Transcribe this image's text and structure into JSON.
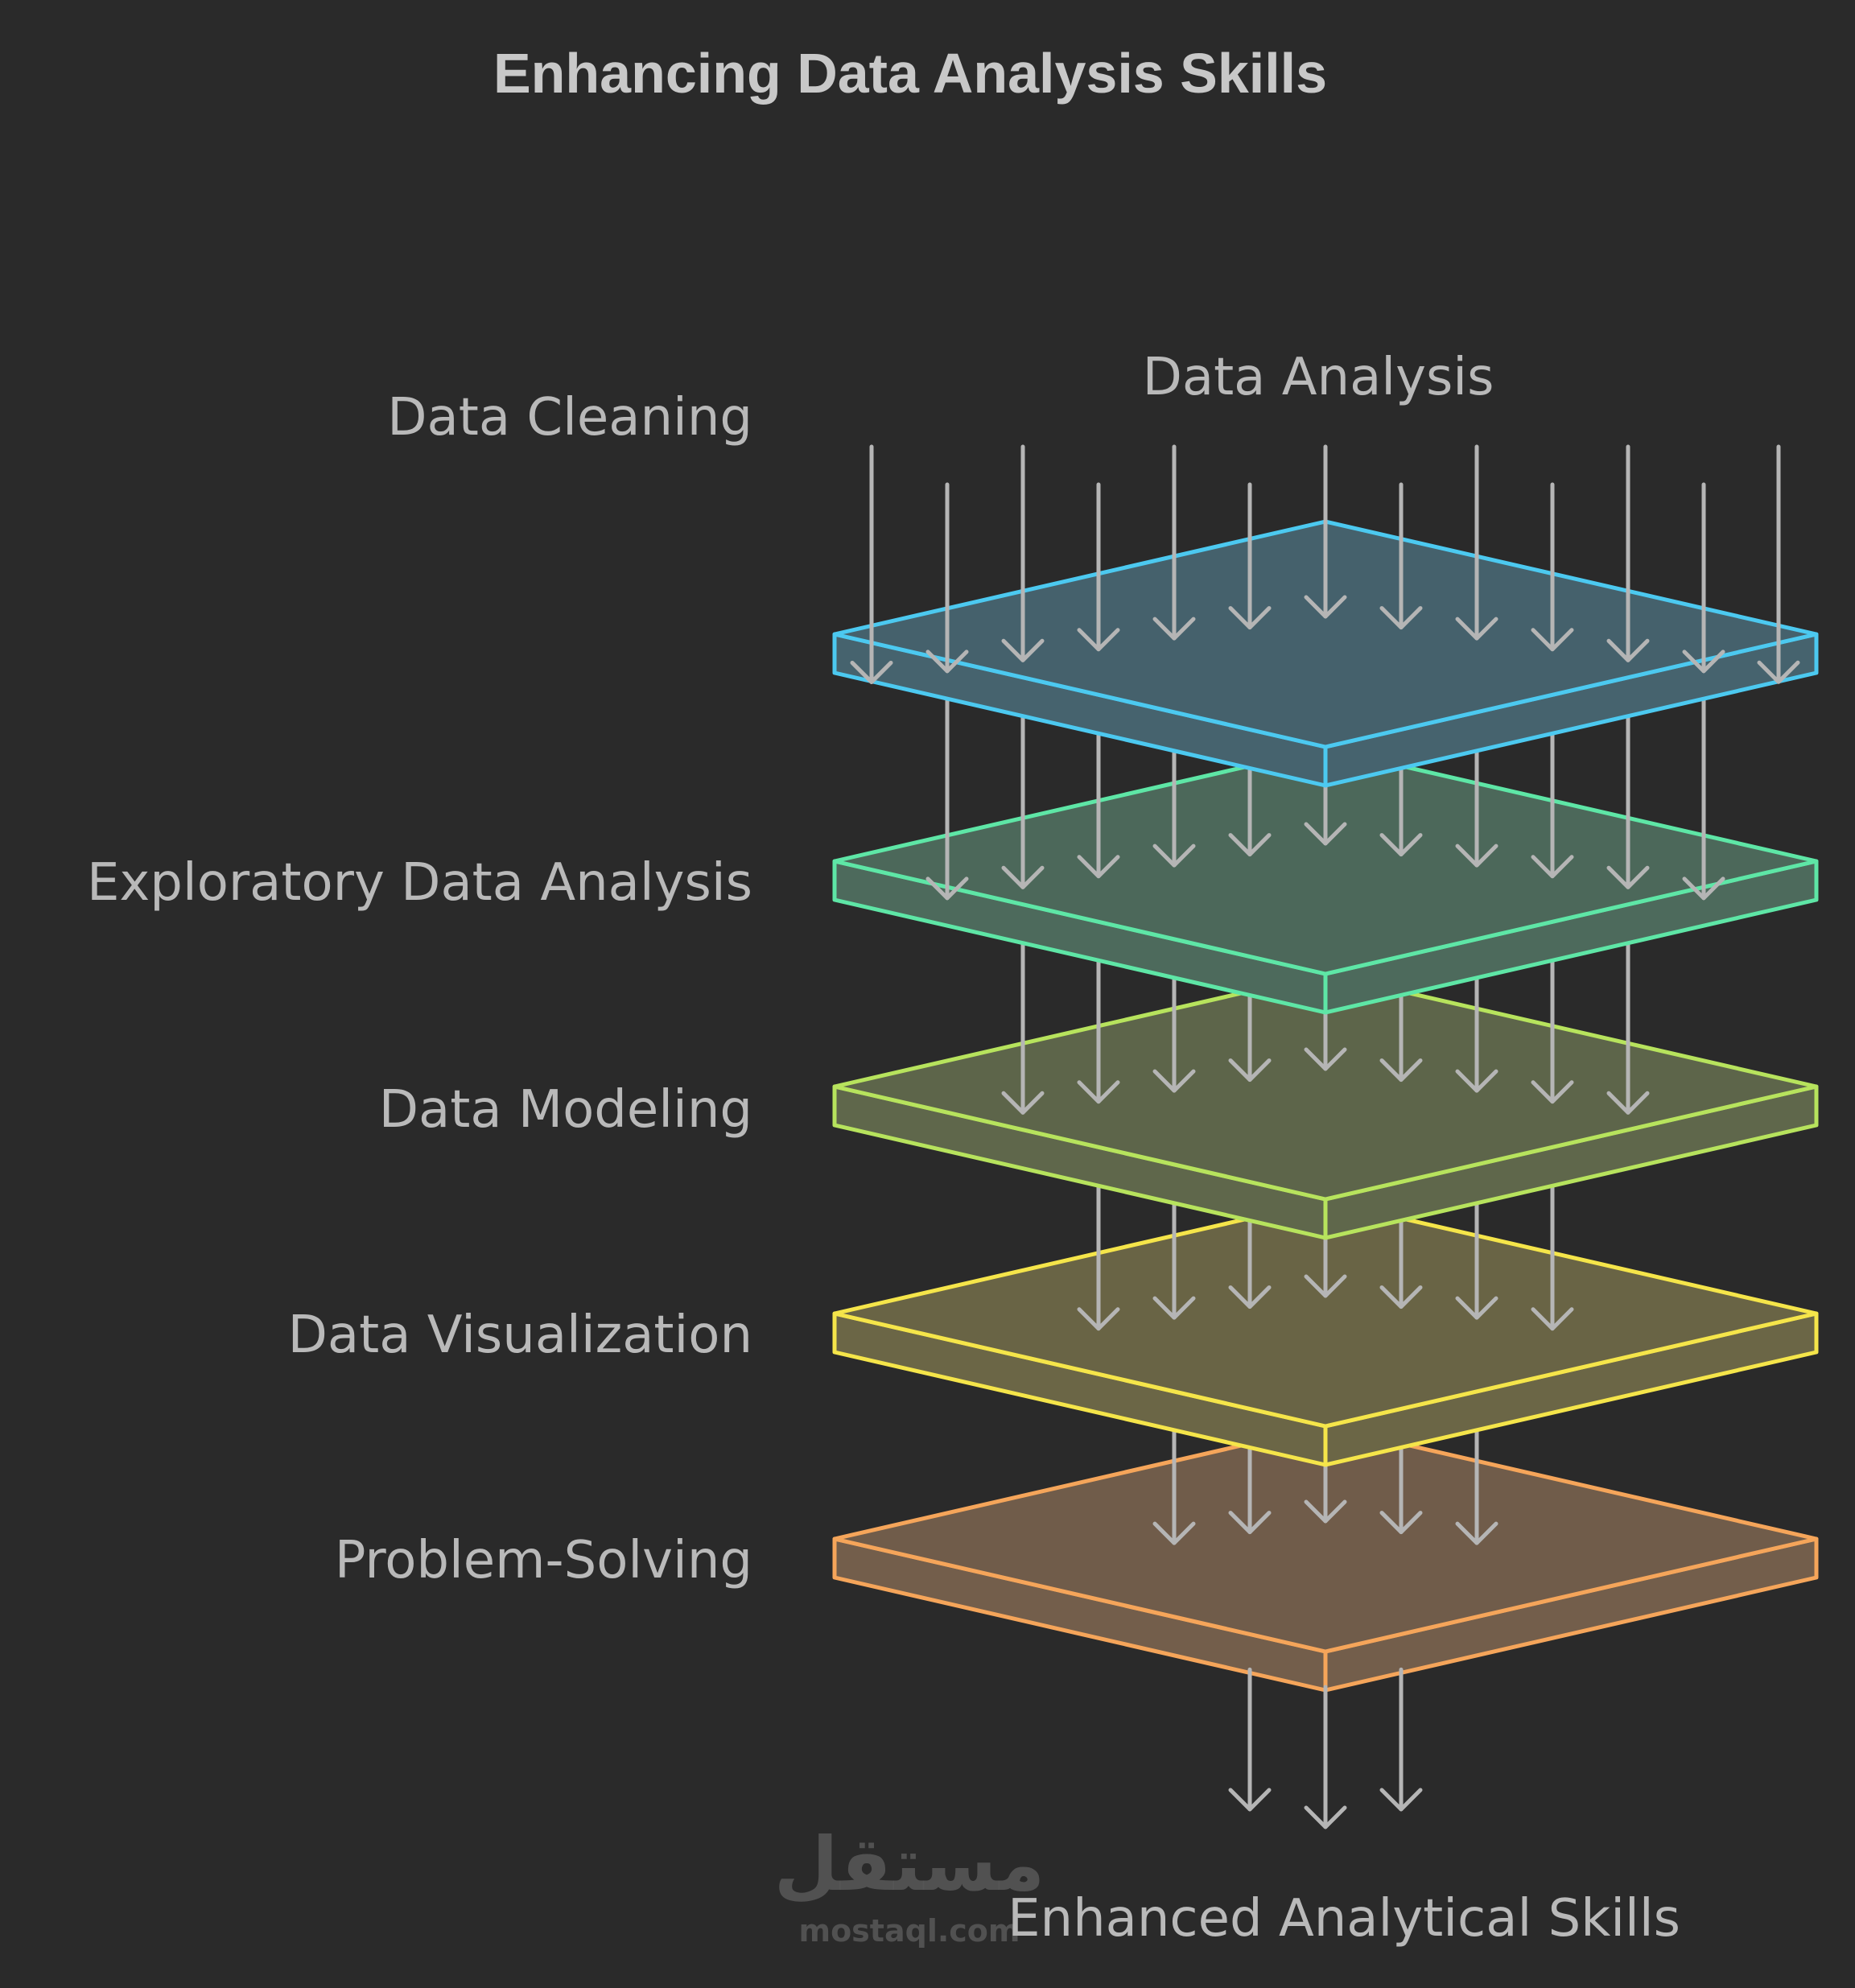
{
  "title": "Enhancing Data Analysis Skills",
  "input_label": "Data Analysis",
  "output_label": "Enhanced Analytical Skills",
  "layers": [
    {
      "label": "Data Cleaning",
      "stroke": "#4cc9f0",
      "fill": "#46636e"
    },
    {
      "label": "Exploratory Data Analysis",
      "stroke": "#5ee6a6",
      "fill": "#4d6a5c"
    },
    {
      "label": "Data Modeling",
      "stroke": "#b7e35d",
      "fill": "#5f674b"
    },
    {
      "label": "Data Visualization",
      "stroke": "#f5e54a",
      "fill": "#6b6646"
    },
    {
      "label": "Problem-Solving",
      "stroke": "#f5a55a",
      "fill": "#735e4b"
    }
  ],
  "arrow_color": "#b5b5b5",
  "watermark": {
    "arabic": "مستقل",
    "latin": "mostaql.com"
  }
}
